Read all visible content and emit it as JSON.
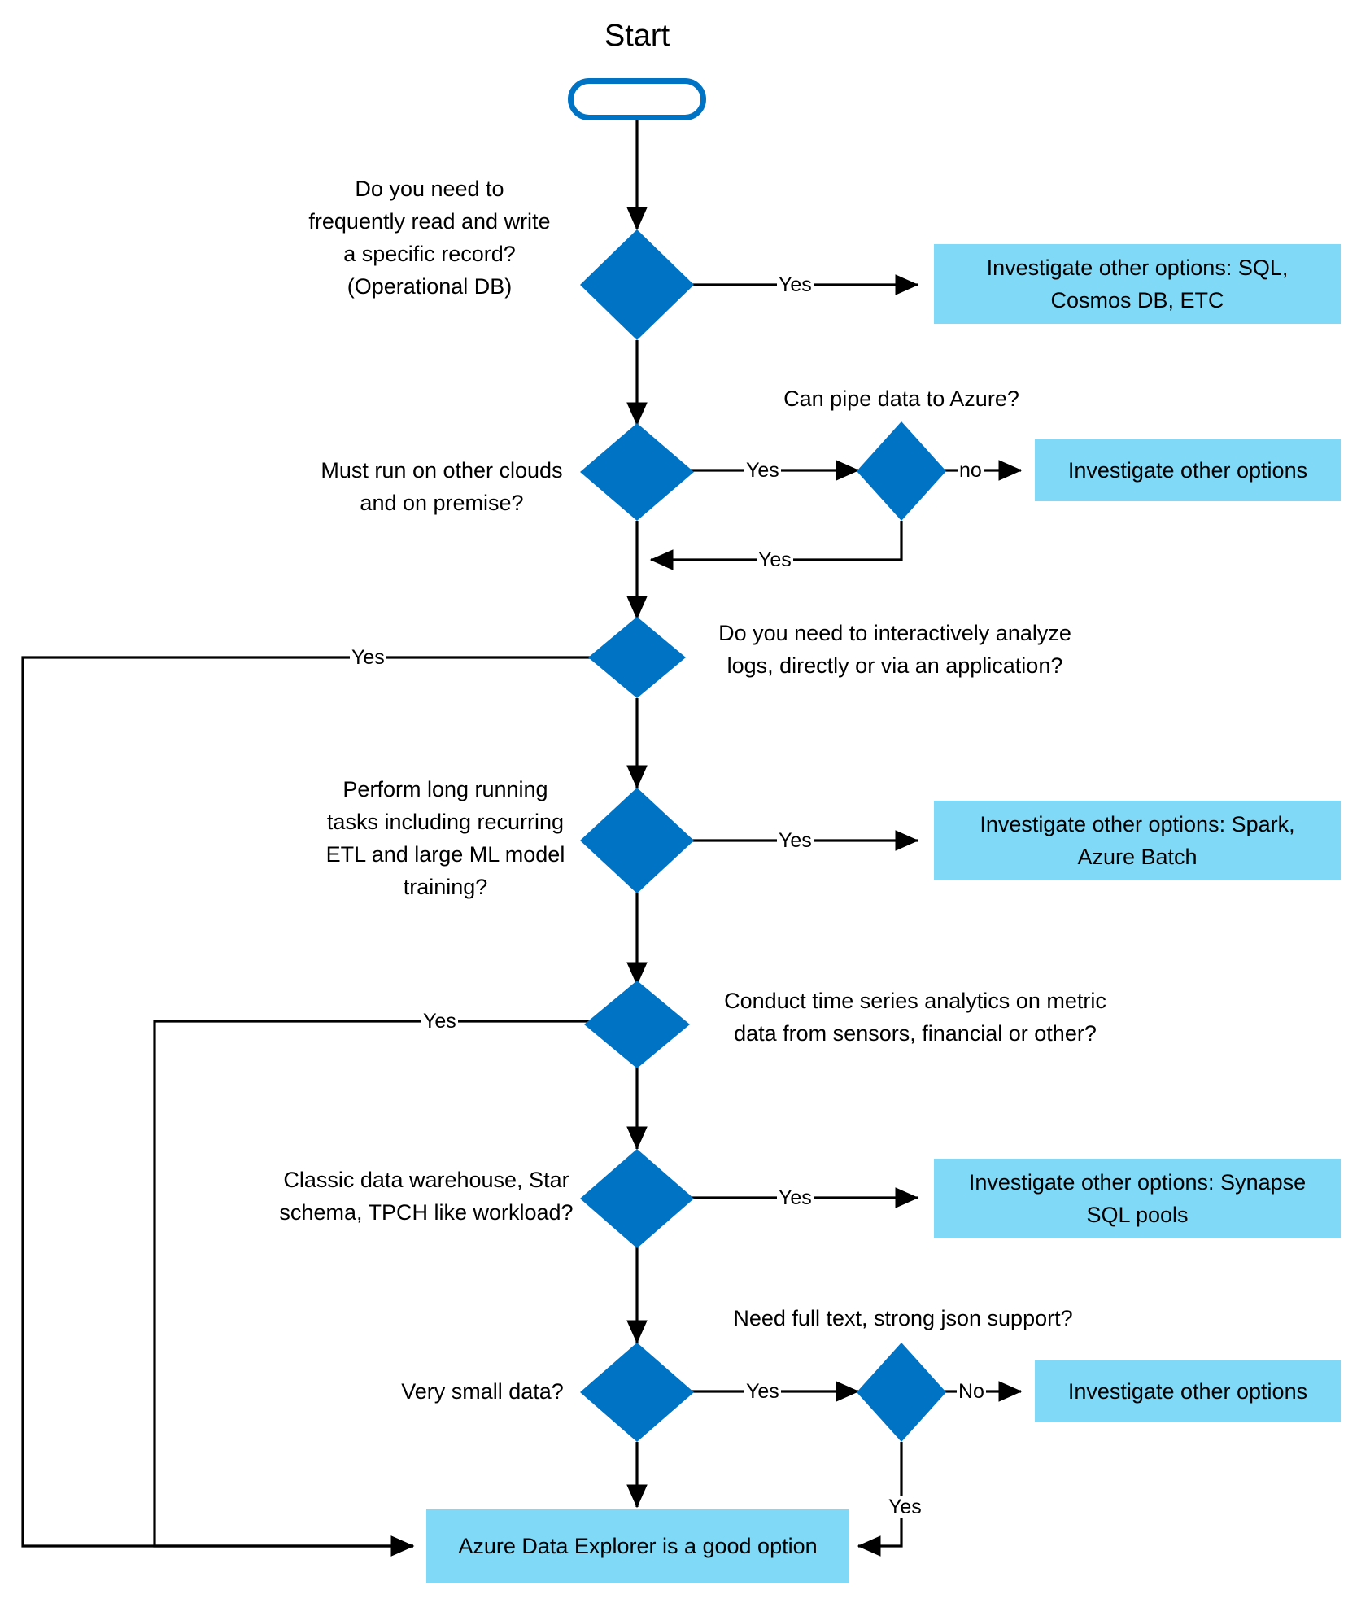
{
  "diagram": {
    "title": "Start",
    "colors": {
      "decision_fill": "#0073C4",
      "outcome_fill": "#7FD9F7",
      "terminator_stroke": "#0073C4",
      "edge_stroke": "#000000",
      "text": "#000000"
    },
    "start_node": {
      "label": "Start"
    },
    "decisions": [
      {
        "id": "d1",
        "label": "Do you need to\nfrequently read and write\na specific record?\n(Operational DB)"
      },
      {
        "id": "d2",
        "label": "Must run on other clouds\nand on premise?"
      },
      {
        "id": "d2b",
        "label": "Can pipe data to Azure?"
      },
      {
        "id": "d3",
        "label": "Do you need to interactively analyze\nlogs, directly or via an application?"
      },
      {
        "id": "d4",
        "label": "Perform long running\ntasks including recurring\nETL and large ML model\ntraining?"
      },
      {
        "id": "d5",
        "label": "Conduct time series analytics on metric\ndata from sensors, financial or other?"
      },
      {
        "id": "d6",
        "label": "Classic data warehouse, Star\nschema, TPCH like workload?"
      },
      {
        "id": "d7",
        "label": "Very small data?"
      },
      {
        "id": "d7b",
        "label": "Need full text, strong json support?"
      }
    ],
    "outcomes": [
      {
        "id": "o1",
        "label": "Investigate other options: SQL,\nCosmos DB, ETC"
      },
      {
        "id": "o2",
        "label": "Investigate other options"
      },
      {
        "id": "o4",
        "label": "Investigate other options: Spark,\nAzure Batch"
      },
      {
        "id": "o6",
        "label": "Investigate other options: Synapse\nSQL pools"
      },
      {
        "id": "o7",
        "label": "Investigate other options"
      },
      {
        "id": "final",
        "label": "Azure Data Explorer is a good option"
      }
    ],
    "edge_labels": {
      "d1_yes": "Yes",
      "d2_yes": "Yes",
      "d2b_no": "no",
      "d2b_yes": "Yes",
      "d3_yes": "Yes",
      "d4_yes": "Yes",
      "d5_yes": "Yes",
      "d6_yes": "Yes",
      "d7_yes": "Yes",
      "d7b_no": "No",
      "d7b_yes": "Yes"
    }
  }
}
